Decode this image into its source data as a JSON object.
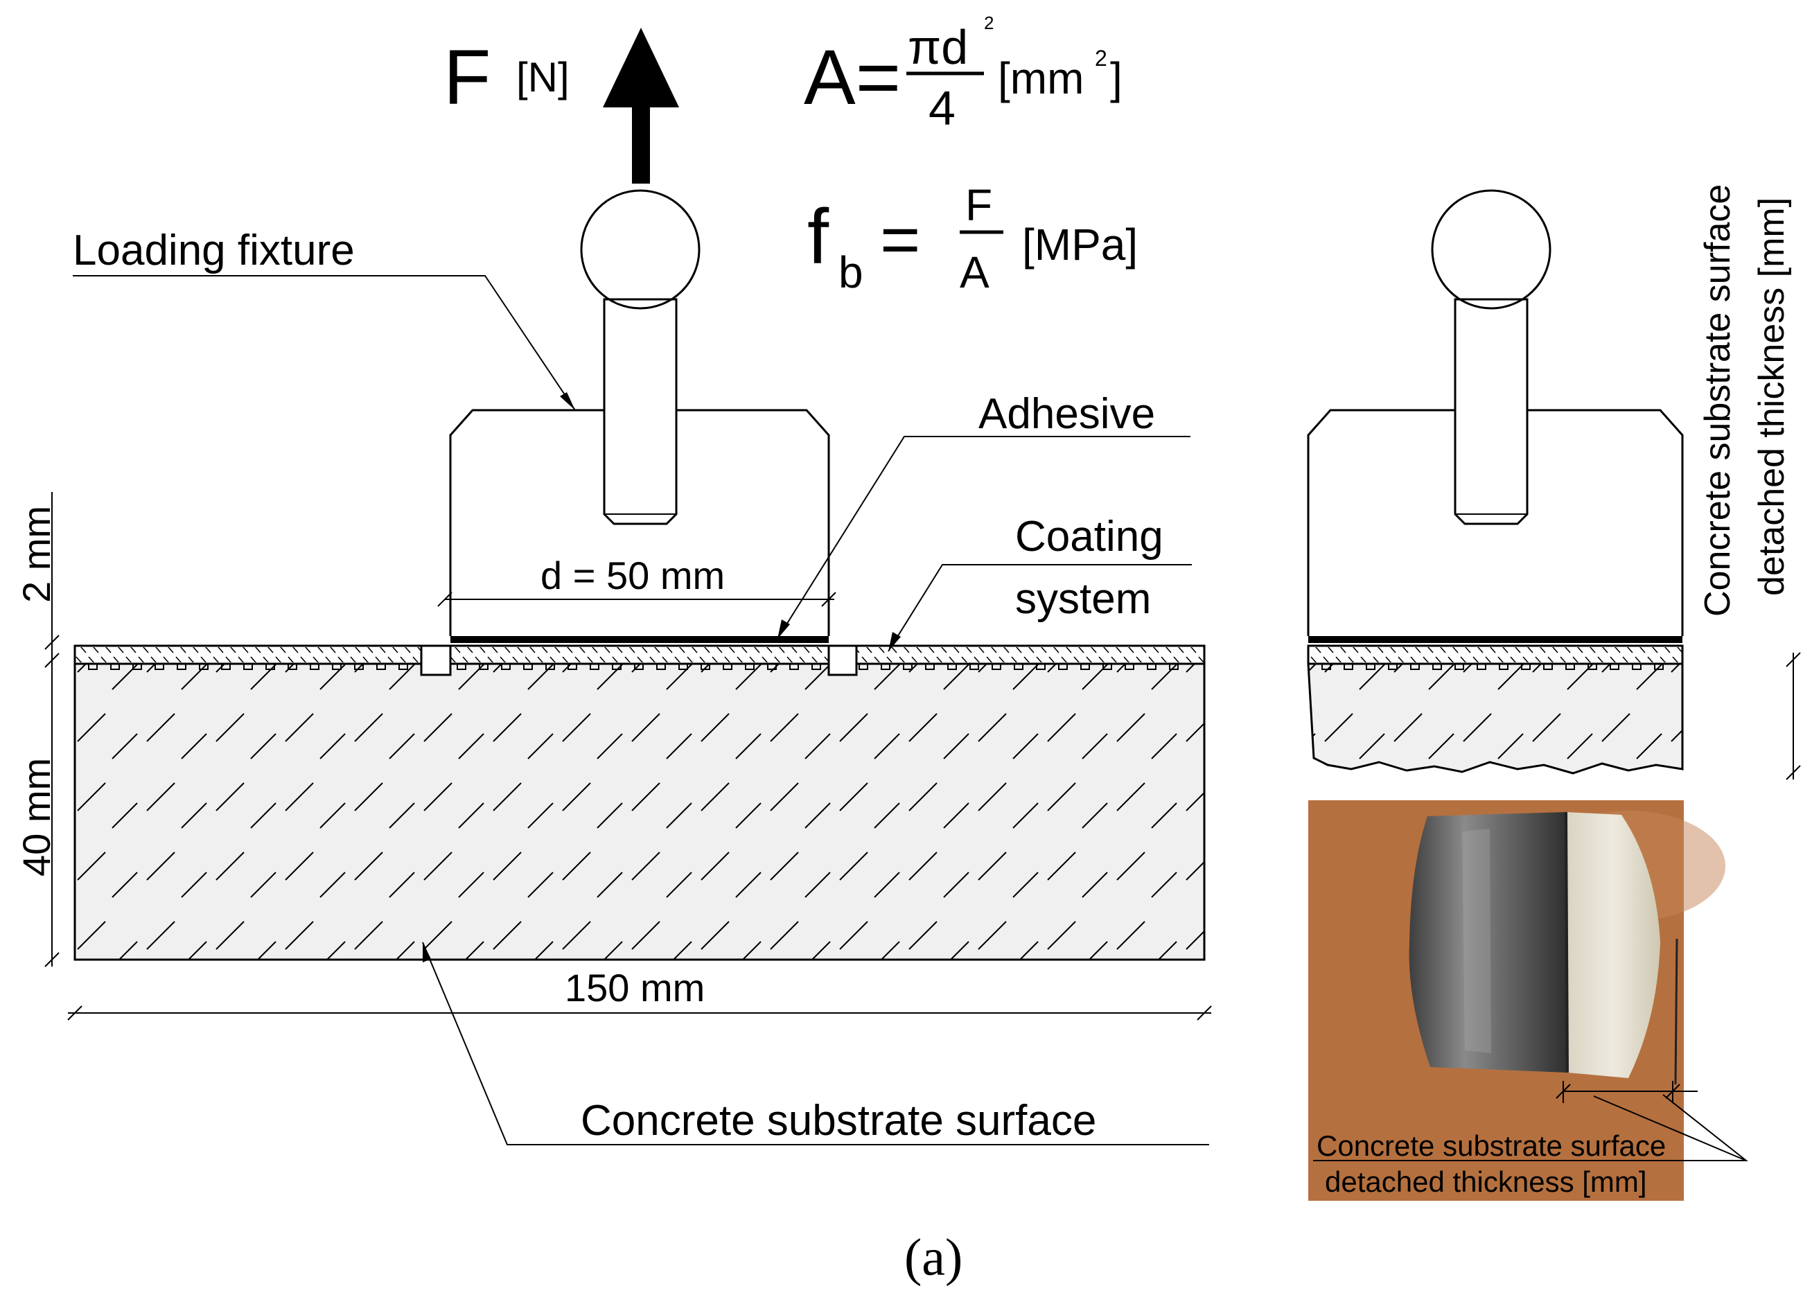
{
  "formulas": {
    "force_symbol": "F",
    "force_unit": "[N]",
    "area_lhs": "A=",
    "area_numerator": "πd",
    "area_exponent": "2",
    "area_denominator": "4",
    "area_unit_open": "[mm",
    "area_unit_exponent": "2",
    "area_unit_close": "]",
    "strength_symbol": "f",
    "strength_subscript": "b",
    "equals": "=",
    "strength_numerator": "F",
    "strength_denominator": "A",
    "strength_unit": "[MPa]"
  },
  "labels": {
    "loading_fixture": "Loading fixture",
    "adhesive": "Adhesive",
    "coating_line1": "Coating",
    "coating_line2": "system",
    "diameter": "d = 50 mm",
    "thickness_coating": "2 mm",
    "thickness_concrete": "40 mm",
    "width": "150 mm",
    "concrete_surface": "Concrete substrate surface",
    "detached_line1": "Concrete substrate surface",
    "detached_line2": "detached thickness [mm]"
  },
  "photo": {
    "caption_line1": "Concrete substrate surface",
    "caption_line2": "detached thickness [mm]"
  },
  "figure_label": "(a)",
  "colors": {
    "concrete_fill": "#f0f0f0",
    "photo_background": "#b5703f",
    "metal": "#6f6f6f",
    "concrete_core": "#e6e2d4"
  }
}
